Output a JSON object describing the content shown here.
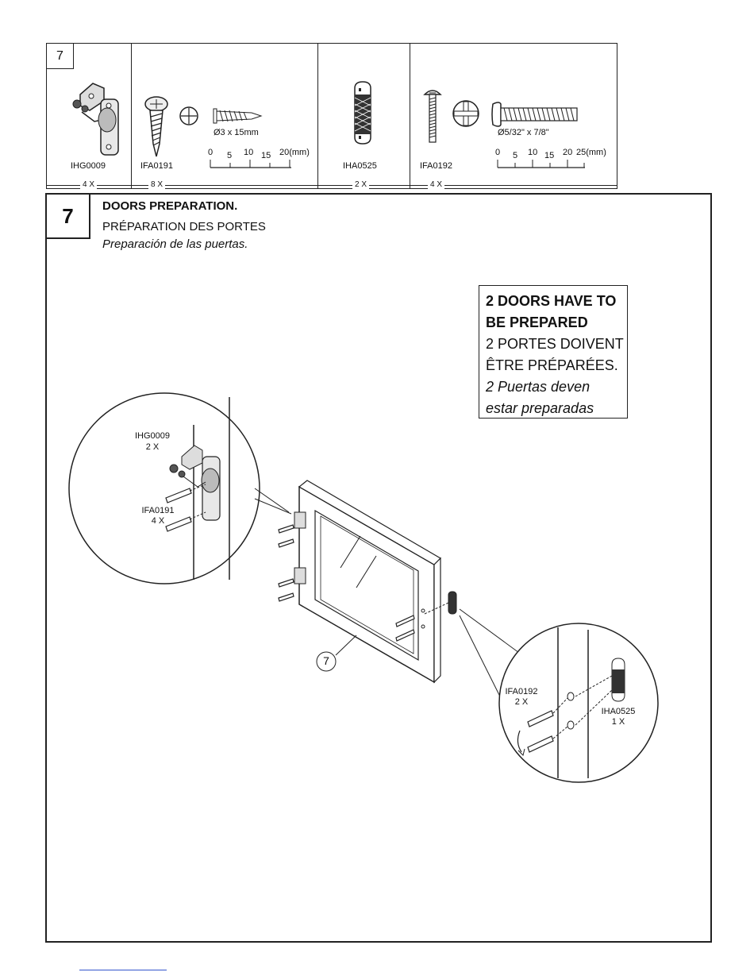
{
  "parts": [
    {
      "code": "IHG0009",
      "qty": "4 X"
    },
    {
      "code": "IFA0191",
      "qty": "8 X",
      "size": "Ø3 x 15mm",
      "ruler": [
        "0",
        "5",
        "10",
        "15",
        "20(mm)"
      ]
    },
    {
      "code": "IHA0525",
      "qty": "2 X"
    },
    {
      "code": "IFA0192",
      "qty": "4 X",
      "size": "Ø5/32\" x 7/8\"",
      "ruler": [
        "0",
        "5",
        "10",
        "15",
        "20",
        "25(mm)"
      ]
    }
  ],
  "table_step": "7",
  "step": {
    "number": "7",
    "title_en": "DOORS PREPARATION.",
    "title_fr": "PRÉPARATION DES PORTES",
    "title_es": "Preparación de las puertas."
  },
  "note": {
    "en_1": "2 DOORS HAVE TO",
    "en_2": "BE PREPARED",
    "fr_1": "2 PORTES DOIVENT",
    "fr_2": "ÊTRE PRÉPARÉES.",
    "es_1": "2 Puertas deven",
    "es_2": "estar preparadas"
  },
  "callouts": {
    "left_hinge_code": "IHG0009",
    "left_hinge_qty": "2 X",
    "left_screw_code": "IFA0191",
    "left_screw_qty": "4 X",
    "right_screw_code": "IFA0192",
    "right_screw_qty": "2 X",
    "right_handle_code": "IHA0525",
    "right_handle_qty": "1 X",
    "door_label": "7"
  }
}
